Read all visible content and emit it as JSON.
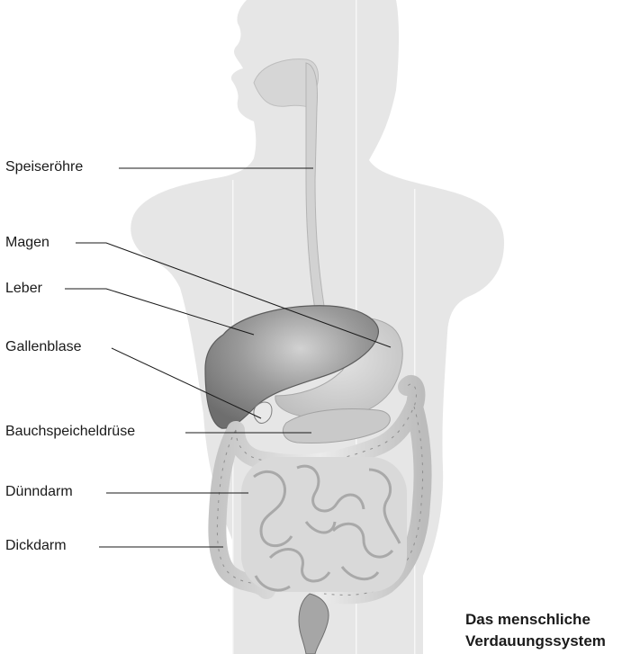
{
  "labels": {
    "speiseroehre": "Speiseröhre",
    "magen": "Magen",
    "leber": "Leber",
    "gallenblase": "Gallenblase",
    "bauchspeicheldruese": "Bauchspeicheldrüse",
    "duenndarm": "Dünndarm",
    "dickdarm": "Dickdarm"
  },
  "caption": {
    "line1": "Das menschliche",
    "line2": "Verdauungssystem"
  }
}
